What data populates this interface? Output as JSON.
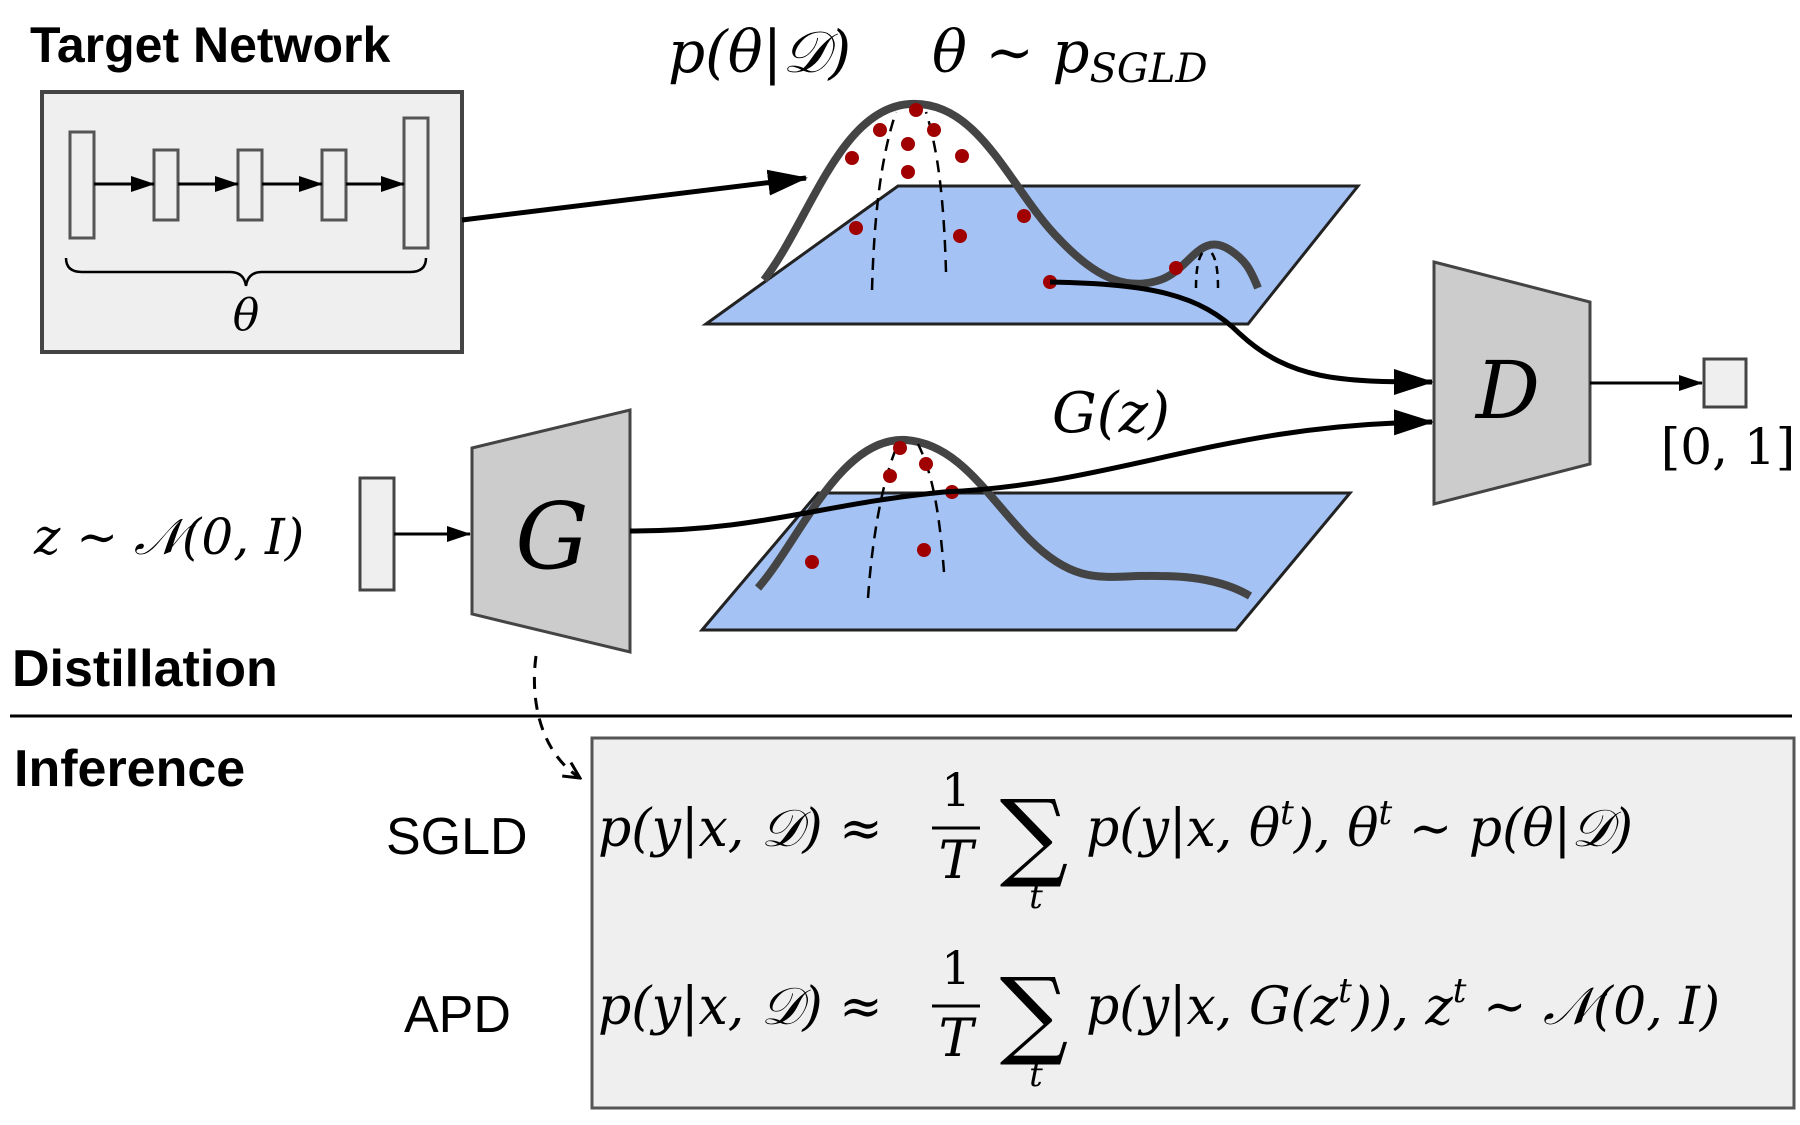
{
  "headings": {
    "target_network": "Target Network",
    "distillation": "Distillation",
    "inference": "Inference"
  },
  "math_labels": {
    "theta": "θ",
    "posterior": "p(θ|𝒟)",
    "sgld_sample": "θ ∼ p",
    "sgld_subscript": "SGLD",
    "generator_output": "G(z)",
    "noise": "z ∼ 𝒩(0, I)",
    "generator": "G",
    "discriminator": "D",
    "output_range": "[0, 1]"
  },
  "inference": {
    "sgld": {
      "method": "SGLD",
      "lhs": "p(y|x, 𝒟) ≈",
      "frac_num": "1",
      "frac_den": "T",
      "sum": "∑",
      "sum_index": "t",
      "rhs_a": "p(y|x, θ",
      "sup_1": "t",
      "rhs_b": "), θ",
      "sup_2": "t",
      "rhs_c": " ∼ p(θ|𝒟)"
    },
    "apd": {
      "method": "APD",
      "lhs": "p(y|x, 𝒟) ≈",
      "frac_num": "1",
      "frac_den": "T",
      "sum": "∑",
      "sum_index": "t",
      "rhs_a": "p(y|x, G(z",
      "sup_1": "t",
      "rhs_b": ")), z",
      "sup_2": "t",
      "rhs_c": " ∼ 𝒩(0, I)"
    }
  },
  "colors": {
    "plane_fill": "#a4c2f4",
    "box_fill": "#efefef",
    "trapezoid_fill": "#cccccc",
    "sample_dot": "#a00000",
    "curve": "#444444"
  }
}
